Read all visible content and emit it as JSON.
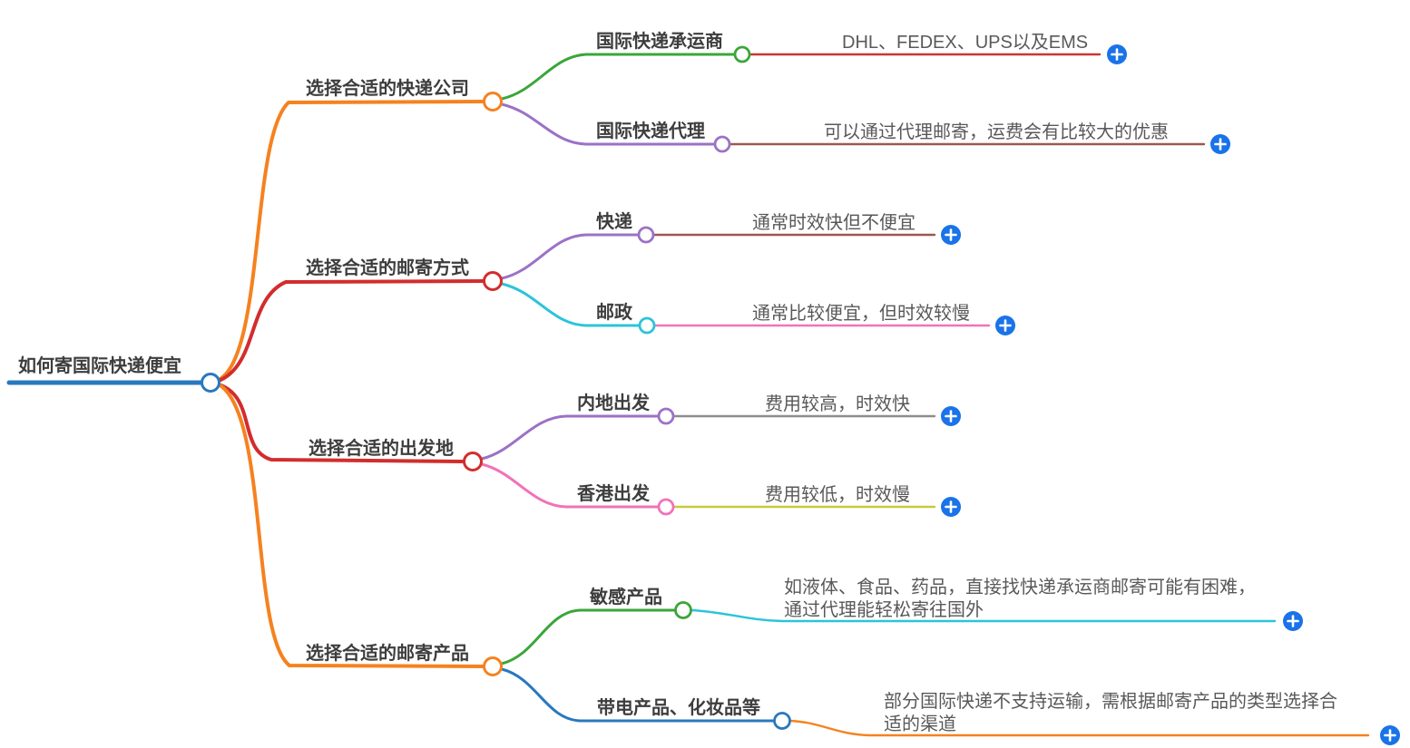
{
  "colors": {
    "root_blue": "#2878be",
    "plus_blue": "#1a73e8",
    "title_text": "#3d3d3d",
    "leaf_text": "#595959"
  },
  "icons": {
    "add_button": "plus-in-circle"
  },
  "root": {
    "label": "如何寄国际快递便宜"
  },
  "branches": [
    {
      "label": "选择合适的快递公司",
      "color": "#f5821f",
      "children": [
        {
          "label": "国际快递承运商",
          "color": "#3aa63a",
          "leaf": {
            "text": "DHL、FEDEX、UPS以及EMS",
            "line_color": "#cc3434"
          }
        },
        {
          "label": "国际快递代理",
          "color": "#9b72c6",
          "leaf": {
            "text": "可以通过代理邮寄，运费会有比较大的优惠",
            "line_color": "#9c5850"
          }
        }
      ]
    },
    {
      "label": "选择合适的邮寄方式",
      "color": "#d22d2d",
      "children": [
        {
          "label": "快递",
          "color": "#9b72c6",
          "leaf": {
            "text": "通常时效快但不便宜",
            "line_color": "#9c5850"
          }
        },
        {
          "label": "邮政",
          "color": "#2bc4d9",
          "leaf": {
            "text": "通常比较便宜，但时效较慢",
            "line_color": "#f272b8"
          }
        }
      ]
    },
    {
      "label": "选择合适的出发地",
      "color": "#d22d2d",
      "children": [
        {
          "label": "内地出发",
          "color": "#9b72c6",
          "leaf": {
            "text": "费用较高，时效快",
            "line_color": "#8c8c8c"
          }
        },
        {
          "label": "香港出发",
          "color": "#f272b8",
          "leaf": {
            "text": "费用较低，时效慢",
            "line_color": "#c6ca3a"
          }
        }
      ]
    },
    {
      "label": "选择合适的邮寄产品",
      "color": "#f5821f",
      "children": [
        {
          "label": "敏感产品",
          "color": "#3aa63a",
          "leaf": {
            "text": "如液体、食品、药品，直接找快递承运商邮寄可能有困难，通过代理能轻松寄往国外",
            "line_color": "#2bc4d9"
          }
        },
        {
          "label": "带电产品、化妆品等",
          "color": "#2878be",
          "leaf": {
            "text": "部分国际快递不支持运输，需根据邮寄产品的类型选择合适的渠道",
            "line_color": "#f5821f"
          }
        }
      ]
    }
  ]
}
